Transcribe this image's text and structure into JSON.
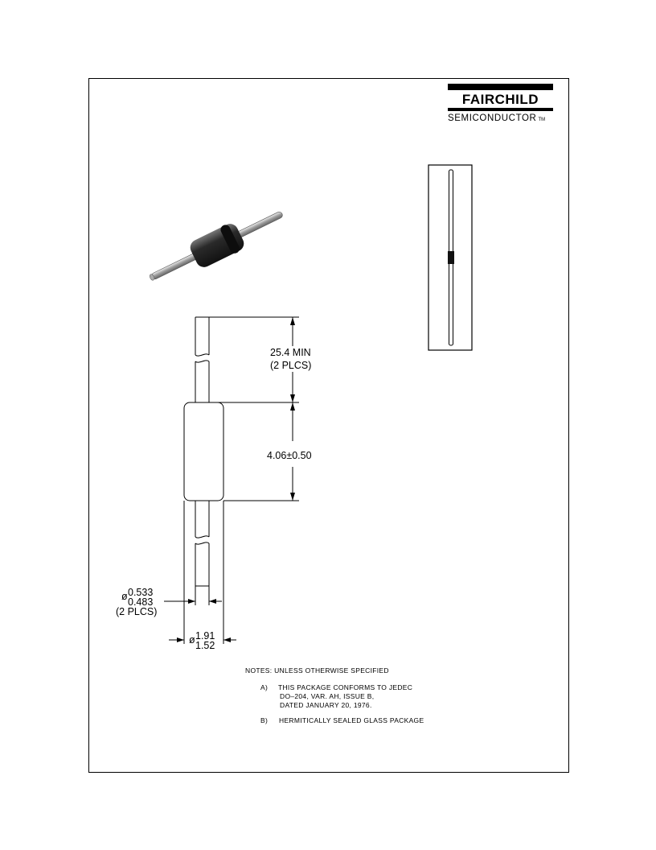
{
  "logo": {
    "brand": "FAIRCHILD",
    "sub": "SEMICONDUCTOR",
    "tm": "TM"
  },
  "drawing": {
    "lead_length": "25.4  MIN",
    "lead_length_qty": "(2  PLCS)",
    "body_length": "4.06±0.50",
    "lead_dia_sym": "ø",
    "lead_dia_max": "0.533",
    "lead_dia_min": "0.483",
    "lead_dia_qty": "(2  PLCS)",
    "body_dia_sym": "ø",
    "body_dia_max": "1.91",
    "body_dia_min": "1.52"
  },
  "notes": {
    "heading": "NOTES:  UNLESS  OTHERWISE  SPECIFIED",
    "a_label": "A)",
    "a_line1": "THIS  PACKAGE  CONFORMS  TO  JEDEC",
    "a_line2": "DO–204,  VAR.  AH,  ISSUE  B,",
    "a_line3": "DATED  JANUARY  20,  1976.",
    "b_label": "B)",
    "b_line1": "HERMITICALLY  SEALED  GLASS  PACKAGE"
  }
}
